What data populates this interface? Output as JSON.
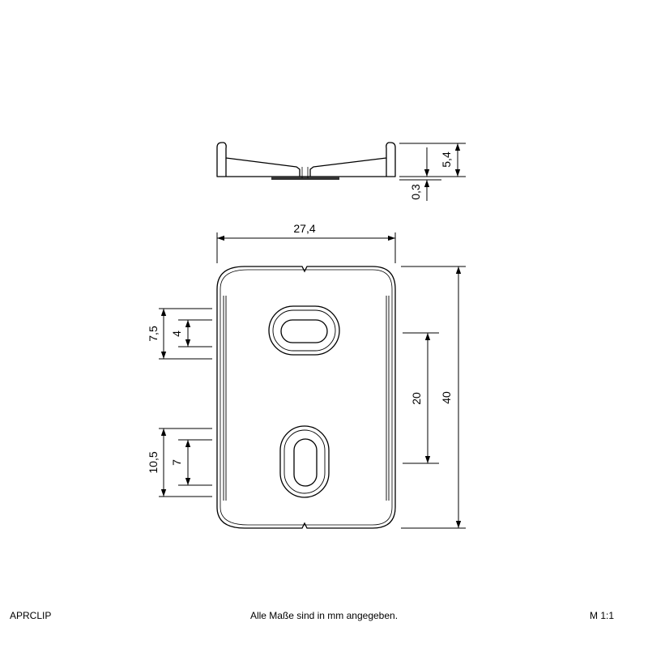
{
  "dimensions": {
    "width": "27,4",
    "height": "40",
    "hole_spacing": "20",
    "profile_height": "5,4",
    "base_thickness": "0,3",
    "upper_slot_offset": "7,5",
    "upper_slot_width": "4",
    "lower_slot_offset": "10,5",
    "lower_slot_length": "7"
  },
  "footer": {
    "part_code": "APRCLIP",
    "unit_note": "Alle Maße sind in mm angegeben.",
    "scale": "M 1:1"
  },
  "colors": {
    "line": "#000000",
    "hatch": "#333333",
    "background": "#ffffff"
  }
}
